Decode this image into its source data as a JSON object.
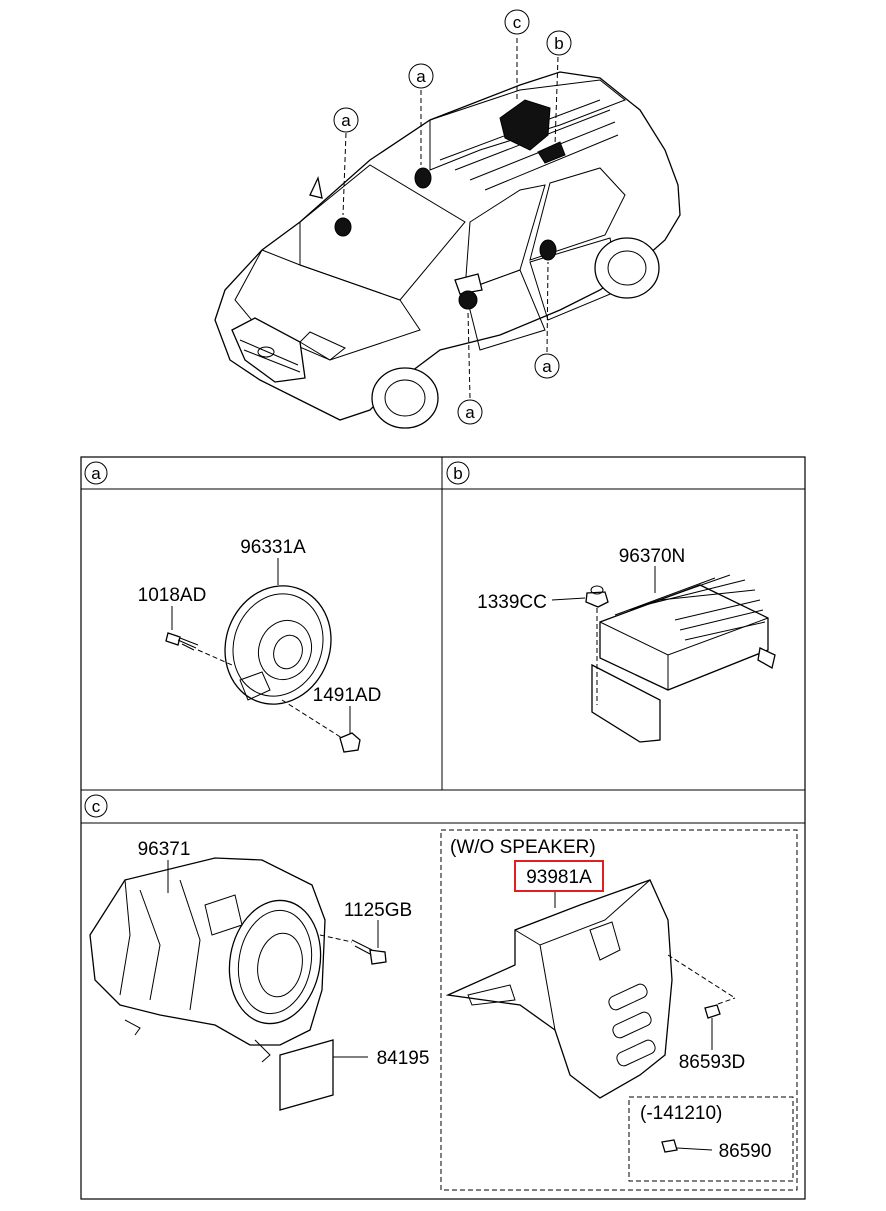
{
  "overview": {
    "callouts": {
      "c_top": "c",
      "b_top": "b",
      "a_roof": "a",
      "a_windshield": "a",
      "a_front_door": "a",
      "a_rear_door": "a"
    }
  },
  "sections": {
    "a": {
      "label": "a",
      "parts": [
        "96331A",
        "1018AD",
        "1491AD"
      ]
    },
    "b": {
      "label": "b",
      "parts": [
        "96370N",
        "1339CC"
      ]
    },
    "c": {
      "label": "c",
      "parts": [
        "96371",
        "1125GB",
        "84195"
      ],
      "wo_speaker": {
        "title": "(W/O SPEAKER)",
        "highlighted_part": "93981A",
        "highlight_color": "#e02020",
        "parts": [
          "86593D"
        ],
        "sub_box": {
          "title": "(-141210)",
          "parts": [
            "86590"
          ]
        }
      }
    }
  }
}
